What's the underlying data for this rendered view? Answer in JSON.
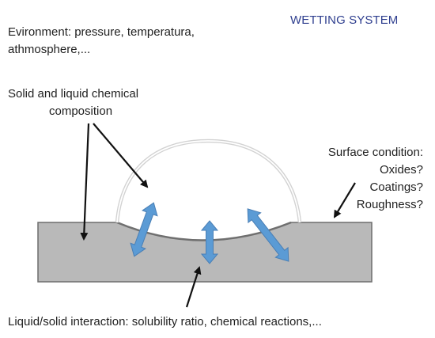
{
  "title": "WETTING SYSTEM",
  "environment": {
    "line1": "Evironment: pressure, temperatura,",
    "line2": "athmosphere,..."
  },
  "composition": {
    "line1": "Solid and liquid chemical",
    "line2": "composition"
  },
  "surface": {
    "line1": "Surface condition:",
    "line2": "Oxides?",
    "line3": "Coatings?",
    "line4": "Roughness?"
  },
  "interaction": {
    "text": "Liquid/solid interaction: solubility ratio, chemical reactions,..."
  },
  "colors": {
    "title": "#2f3f8f",
    "substrate_fill": "#b9b9b9",
    "substrate_stroke": "#6e6e6e",
    "droplet_outline": "#d6d6d6",
    "interaction_arrow": "#5b9bd5",
    "pointer_arrow": "#111111"
  }
}
